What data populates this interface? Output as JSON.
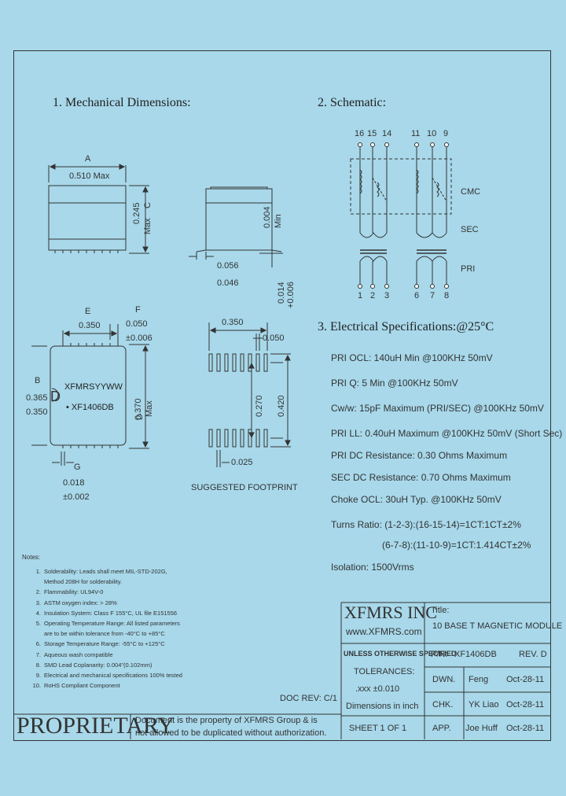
{
  "sections": {
    "mechanical": "1. Mechanical Dimensions:",
    "schematic": "2. Schematic:",
    "electrical": "3. Electrical Specifications:@25°C"
  },
  "mech": {
    "A": "A",
    "A_val": "0.510 Max",
    "C": "C",
    "C_val": "0.245",
    "C_max": "Max",
    "H_val": "0.004",
    "H_min": "Min",
    "lead_w1": "0.056",
    "lead_w2": "0.046",
    "lead_t1": "0.014",
    "lead_t2": "+0.006",
    "E": "E",
    "E_val": "0.350",
    "F": "F",
    "F_val": "0.050",
    "F_tol": "±0.006",
    "B": "B",
    "B_val1": "0.365",
    "B_val2": "0.350",
    "D": "D",
    "D_val": "0.370",
    "D_max": "Max",
    "marking1": "XFMRSYYWW",
    "marking2": "XF1406DB",
    "G": "G",
    "G_val": "0.018",
    "G_tol": "±0.002",
    "fp_top": "0.350",
    "fp_pitch": "0.050",
    "fp_inner": "0.270",
    "fp_outer": "0.420",
    "fp_pad": "0.025",
    "fp_label": "SUGGESTED FOOTPRINT"
  },
  "schem": {
    "top_pins": [
      "16",
      "15",
      "14",
      "11",
      "10",
      "9"
    ],
    "bottom_pins": [
      "1",
      "2",
      "3",
      "6",
      "7",
      "8"
    ],
    "labels": [
      "CMC",
      "SEC",
      "PRI"
    ]
  },
  "specs": [
    "PRI OCL: 140uH Min @100KHz 50mV",
    "PRI Q: 5 Min @100KHz 50mV",
    "Cw/w: 15pF Maximum (PRI/SEC) @100KHz 50mV",
    "PRI LL: 0.40uH Maximum @100KHz 50mV (Short Sec)",
    "PRI DC Resistance: 0.30 Ohms Maximum",
    "SEC DC Resistance: 0.70 Ohms Maximum",
    "Choke OCL: 30uH Typ. @100KHz 50mV",
    "Turns Ratio: (1-2-3):(16-15-14)=1CT:1CT±2%",
    "(6-7-8):(11-10-9)=1CT:1.414CT±2%",
    "Isolation: 1500Vrms"
  ],
  "notes": {
    "title": "Notes:",
    "items": [
      [
        "1.",
        "Solderability: Leads shall meet MIL-STD-202G,"
      ],
      [
        "",
        "Method 208H for solderability."
      ],
      [
        "2.",
        "Flammability: UL94V-0"
      ],
      [
        "3.",
        "ASTM oxygen index: > 28%"
      ],
      [
        "4.",
        "Insulation System: Class F 155°C, UL file E151556"
      ],
      [
        "5.",
        "Operating Temperature Range: All listed parameters"
      ],
      [
        "",
        "are to be within tolerance from -40°C to +85°C"
      ],
      [
        "6.",
        "Storage Temperature Range: -55°C to +125°C"
      ],
      [
        "7.",
        "Aqueous wash compatible"
      ],
      [
        "8.",
        "SMD Lead Coplanarity: 0.004\"(0.102mm)"
      ],
      [
        "9.",
        "Electrical and mechanical specifications 100% tested"
      ],
      [
        "10.",
        "RoHS Compliant Component"
      ]
    ]
  },
  "title_block": {
    "company": "XFMRS INC",
    "website": "www.XFMRS.com",
    "title_label": "Title:",
    "title": "10 BASE T MAGNETIC MODULE",
    "unless": "UNLESS OTHERWISE SPECIFIED",
    "tolerances": "TOLERANCES:",
    "tol_val": ".xxx ±0.010",
    "dimensions": "Dimensions in inch",
    "pn_label": "P/N:",
    "pn": "XF1406DB",
    "rev": "REV. D",
    "rows": [
      {
        "label": "DWN.",
        "name": "Feng",
        "date": "Oct-28-11"
      },
      {
        "label": "CHK.",
        "name": "YK Liao",
        "date": "Oct-28-11"
      },
      {
        "label": "APP.",
        "name": "Joe Huff",
        "date": "Oct-28-11"
      }
    ],
    "sheet": "SHEET 1 OF 1",
    "doc_rev": "DOC REV: C/1",
    "proprietary": "PROPRIETARY",
    "prop_text1": "Document is the property of XFMRS Group & is",
    "prop_text2": "not allowed to be duplicated without authorization."
  }
}
